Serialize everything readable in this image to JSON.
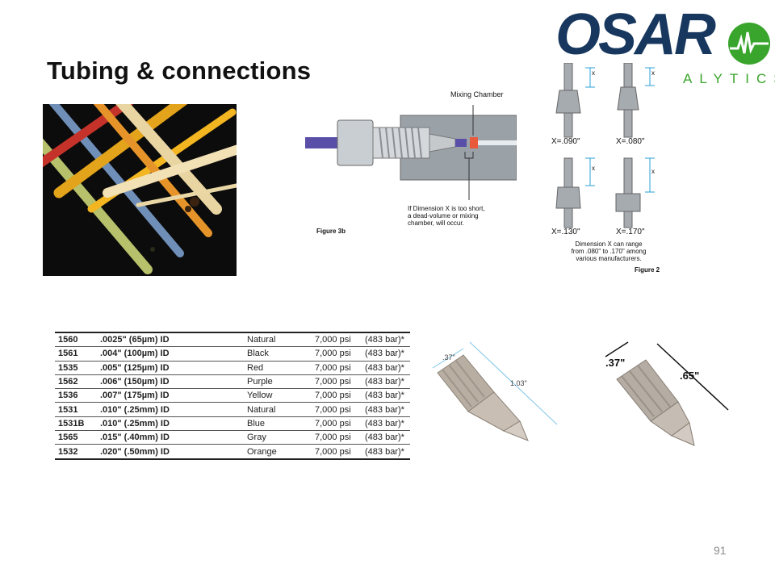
{
  "slide": {
    "title": "Tubing & connections",
    "page_number": "91"
  },
  "logo": {
    "main_text": "OSAR",
    "sub_text": "ALYTICS",
    "color_primary": "#17375e",
    "color_accent": "#3aa52c"
  },
  "figure3b": {
    "label_mixing": "Mixing Chamber",
    "note_line1": "If Dimension X is too short,",
    "note_line2": "a dead-volume or mixing",
    "note_line3": "chamber, will occur.",
    "caption": "Figure 3b"
  },
  "figure2": {
    "x_label": "x",
    "dim1": "X=.090\"",
    "dim2": "X=.080\"",
    "dim3": "X=.130\"",
    "dim4": "X=.170\"",
    "note_line1": "Dimension X can range",
    "note_line2": "from .080\" to .170\" among",
    "note_line3": "various manufacturers.",
    "caption": "Figure 2"
  },
  "tubing_table": {
    "rows": [
      {
        "part": "1560",
        "id": ".0025\" (65µm) ID",
        "color": "Natural",
        "psi": "7,000 psi",
        "bar": "(483 bar)*"
      },
      {
        "part": "1561",
        "id": ".004\" (100µm) ID",
        "color": "Black",
        "psi": "7,000 psi",
        "bar": "(483 bar)*"
      },
      {
        "part": "1535",
        "id": ".005\" (125µm) ID",
        "color": "Red",
        "psi": "7,000 psi",
        "bar": "(483 bar)*"
      },
      {
        "part": "1562",
        "id": ".006\" (150µm) ID",
        "color": "Purple",
        "psi": "7,000 psi",
        "bar": "(483 bar)*"
      },
      {
        "part": "1536",
        "id": ".007\" (175µm) ID",
        "color": "Yellow",
        "psi": "7,000 psi",
        "bar": "(483 bar)*"
      },
      {
        "part": "1531",
        "id": ".010\" (.25mm) ID",
        "color": "Natural",
        "psi": "7,000 psi",
        "bar": "(483 bar)*"
      },
      {
        "part": "1531B",
        "id": ".010\" (.25mm) ID",
        "color": "Blue",
        "psi": "7,000 psi",
        "bar": "(483 bar)*"
      },
      {
        "part": "1565",
        "id": ".015\" (.40mm) ID",
        "color": "Gray",
        "psi": "7,000 psi",
        "bar": "(483 bar)*"
      },
      {
        "part": "1532",
        "id": ".020\" (.50mm) ID",
        "color": "Orange",
        "psi": "7,000 psi",
        "bar": "(483 bar)*"
      }
    ]
  },
  "fitting1": {
    "dim_head": ".37\"",
    "dim_length": "1.03\""
  },
  "fitting2": {
    "dim_head": ".37\"",
    "dim_length": ".65\""
  }
}
